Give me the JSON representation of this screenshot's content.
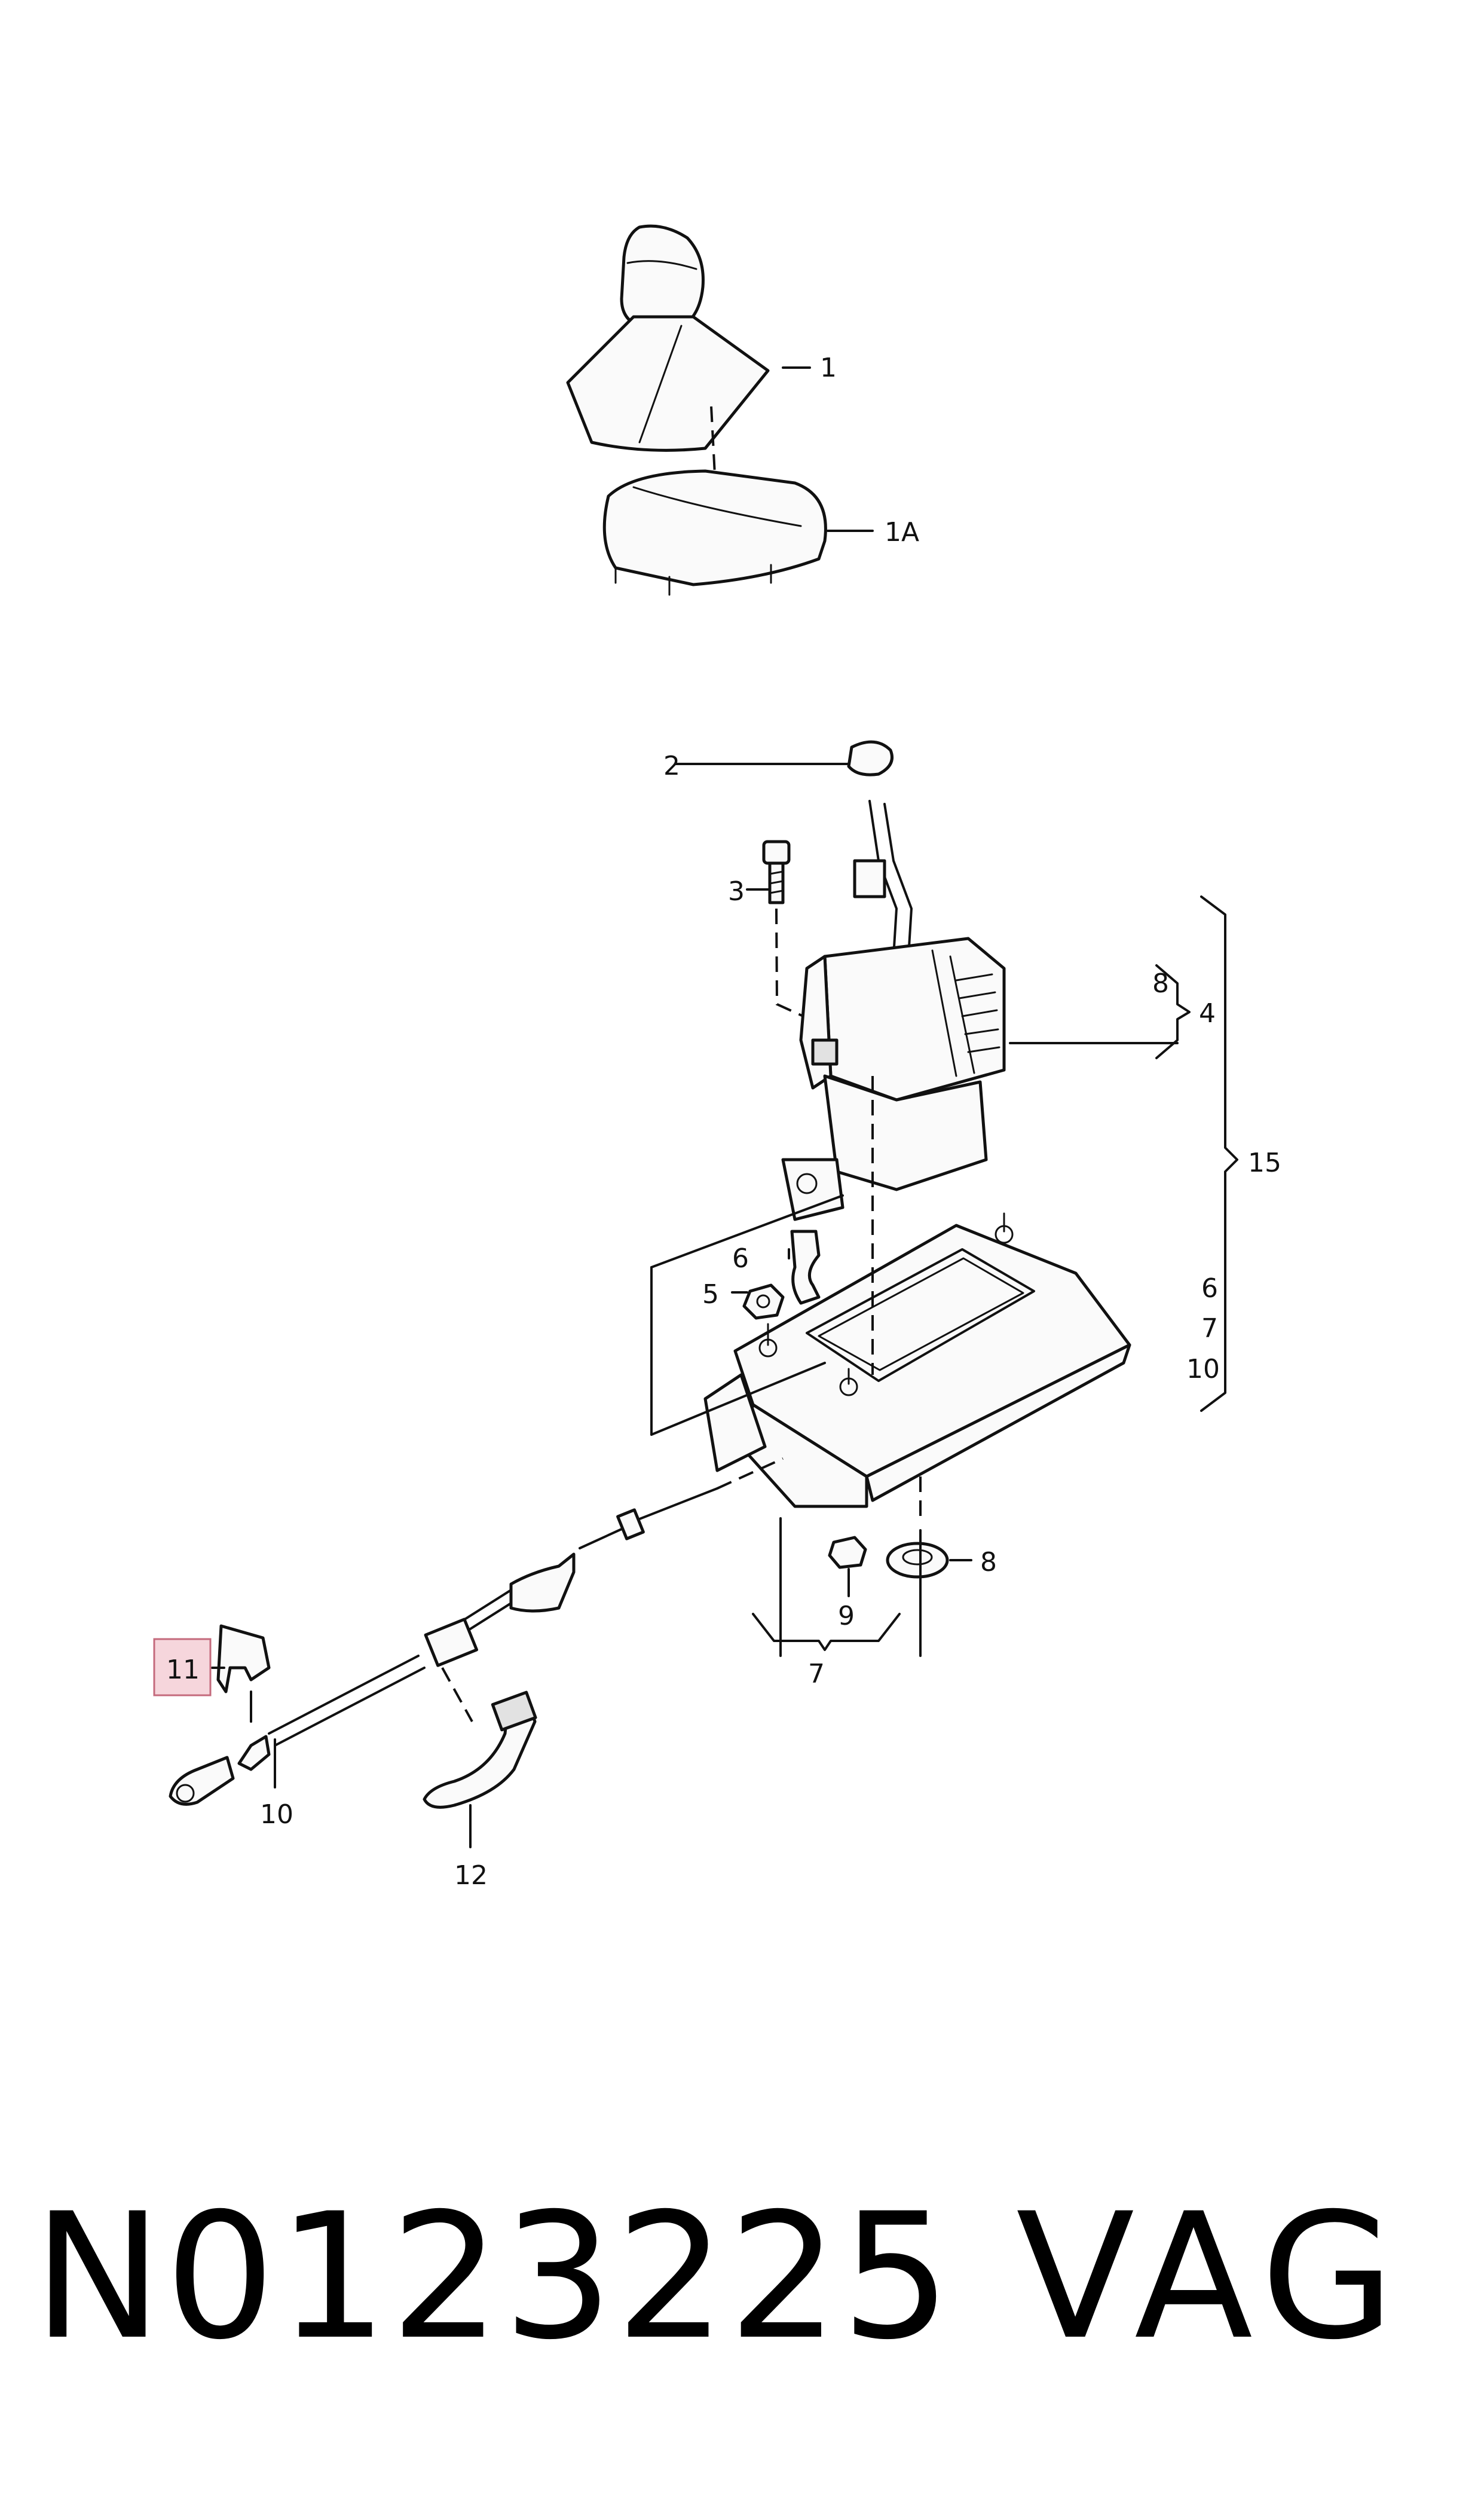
{
  "diagram": {
    "callouts": [
      {
        "id": "c1",
        "text": "1"
      },
      {
        "id": "c1a",
        "text": "1A"
      },
      {
        "id": "c2",
        "text": "2"
      },
      {
        "id": "c3",
        "text": "3"
      },
      {
        "id": "c8top",
        "text": "8"
      },
      {
        "id": "c4",
        "text": "4"
      },
      {
        "id": "c15",
        "text": "15"
      },
      {
        "id": "c6group",
        "text": "6"
      },
      {
        "id": "c7group",
        "text": "7"
      },
      {
        "id": "c10group",
        "text": "10"
      },
      {
        "id": "c6",
        "text": "6"
      },
      {
        "id": "c5",
        "text": "5"
      },
      {
        "id": "c8",
        "text": "8"
      },
      {
        "id": "c9",
        "text": "9"
      },
      {
        "id": "c7",
        "text": "7"
      },
      {
        "id": "c11",
        "text": "11"
      },
      {
        "id": "c10",
        "text": "10"
      },
      {
        "id": "c12",
        "text": "12"
      }
    ],
    "highlighted_part": "11"
  },
  "footer": {
    "part_number": "N0123225",
    "brand": "VAG"
  }
}
